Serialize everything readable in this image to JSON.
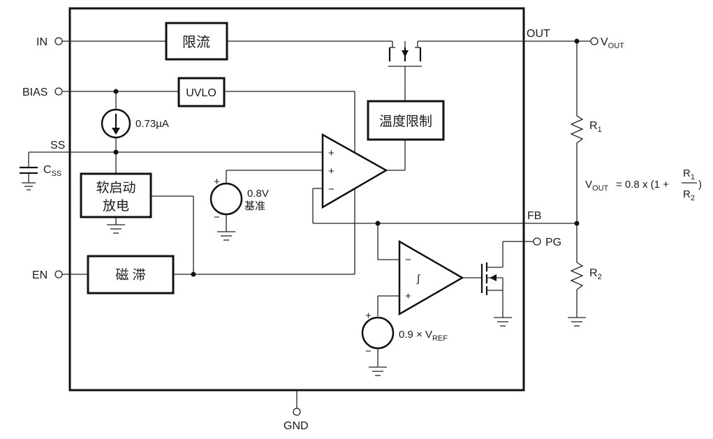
{
  "pins": {
    "in": "IN",
    "bias": "BIAS",
    "ss": "SS",
    "en": "EN",
    "gnd": "GND",
    "out": "OUT",
    "fb": "FB",
    "pg": "PG"
  },
  "blocks": {
    "current_limit": "限流",
    "uvlo": "UVLO",
    "thermal_limit": "温度限制",
    "soft_start_line1": "软启动",
    "soft_start_line2": "放电",
    "hysteresis": "磁 滞"
  },
  "labels": {
    "current_source": "0.73µA",
    "reference_value": "0.8V",
    "reference_name": "基准",
    "pg_reference_prefix": "0.9 × V",
    "pg_reference_sub": "REF",
    "css": "C",
    "css_sub": "SS",
    "vout": "V",
    "vout_sub": "OUT",
    "r1": "R",
    "r1_sub": "1",
    "r2": "R",
    "r2_sub": "2",
    "formula_prefix": "= 0.8 x (1 +",
    "formula_suffix": ")",
    "opamp_plus": "+",
    "opamp_minus": "−",
    "hysteresis_symbol": "∫"
  }
}
